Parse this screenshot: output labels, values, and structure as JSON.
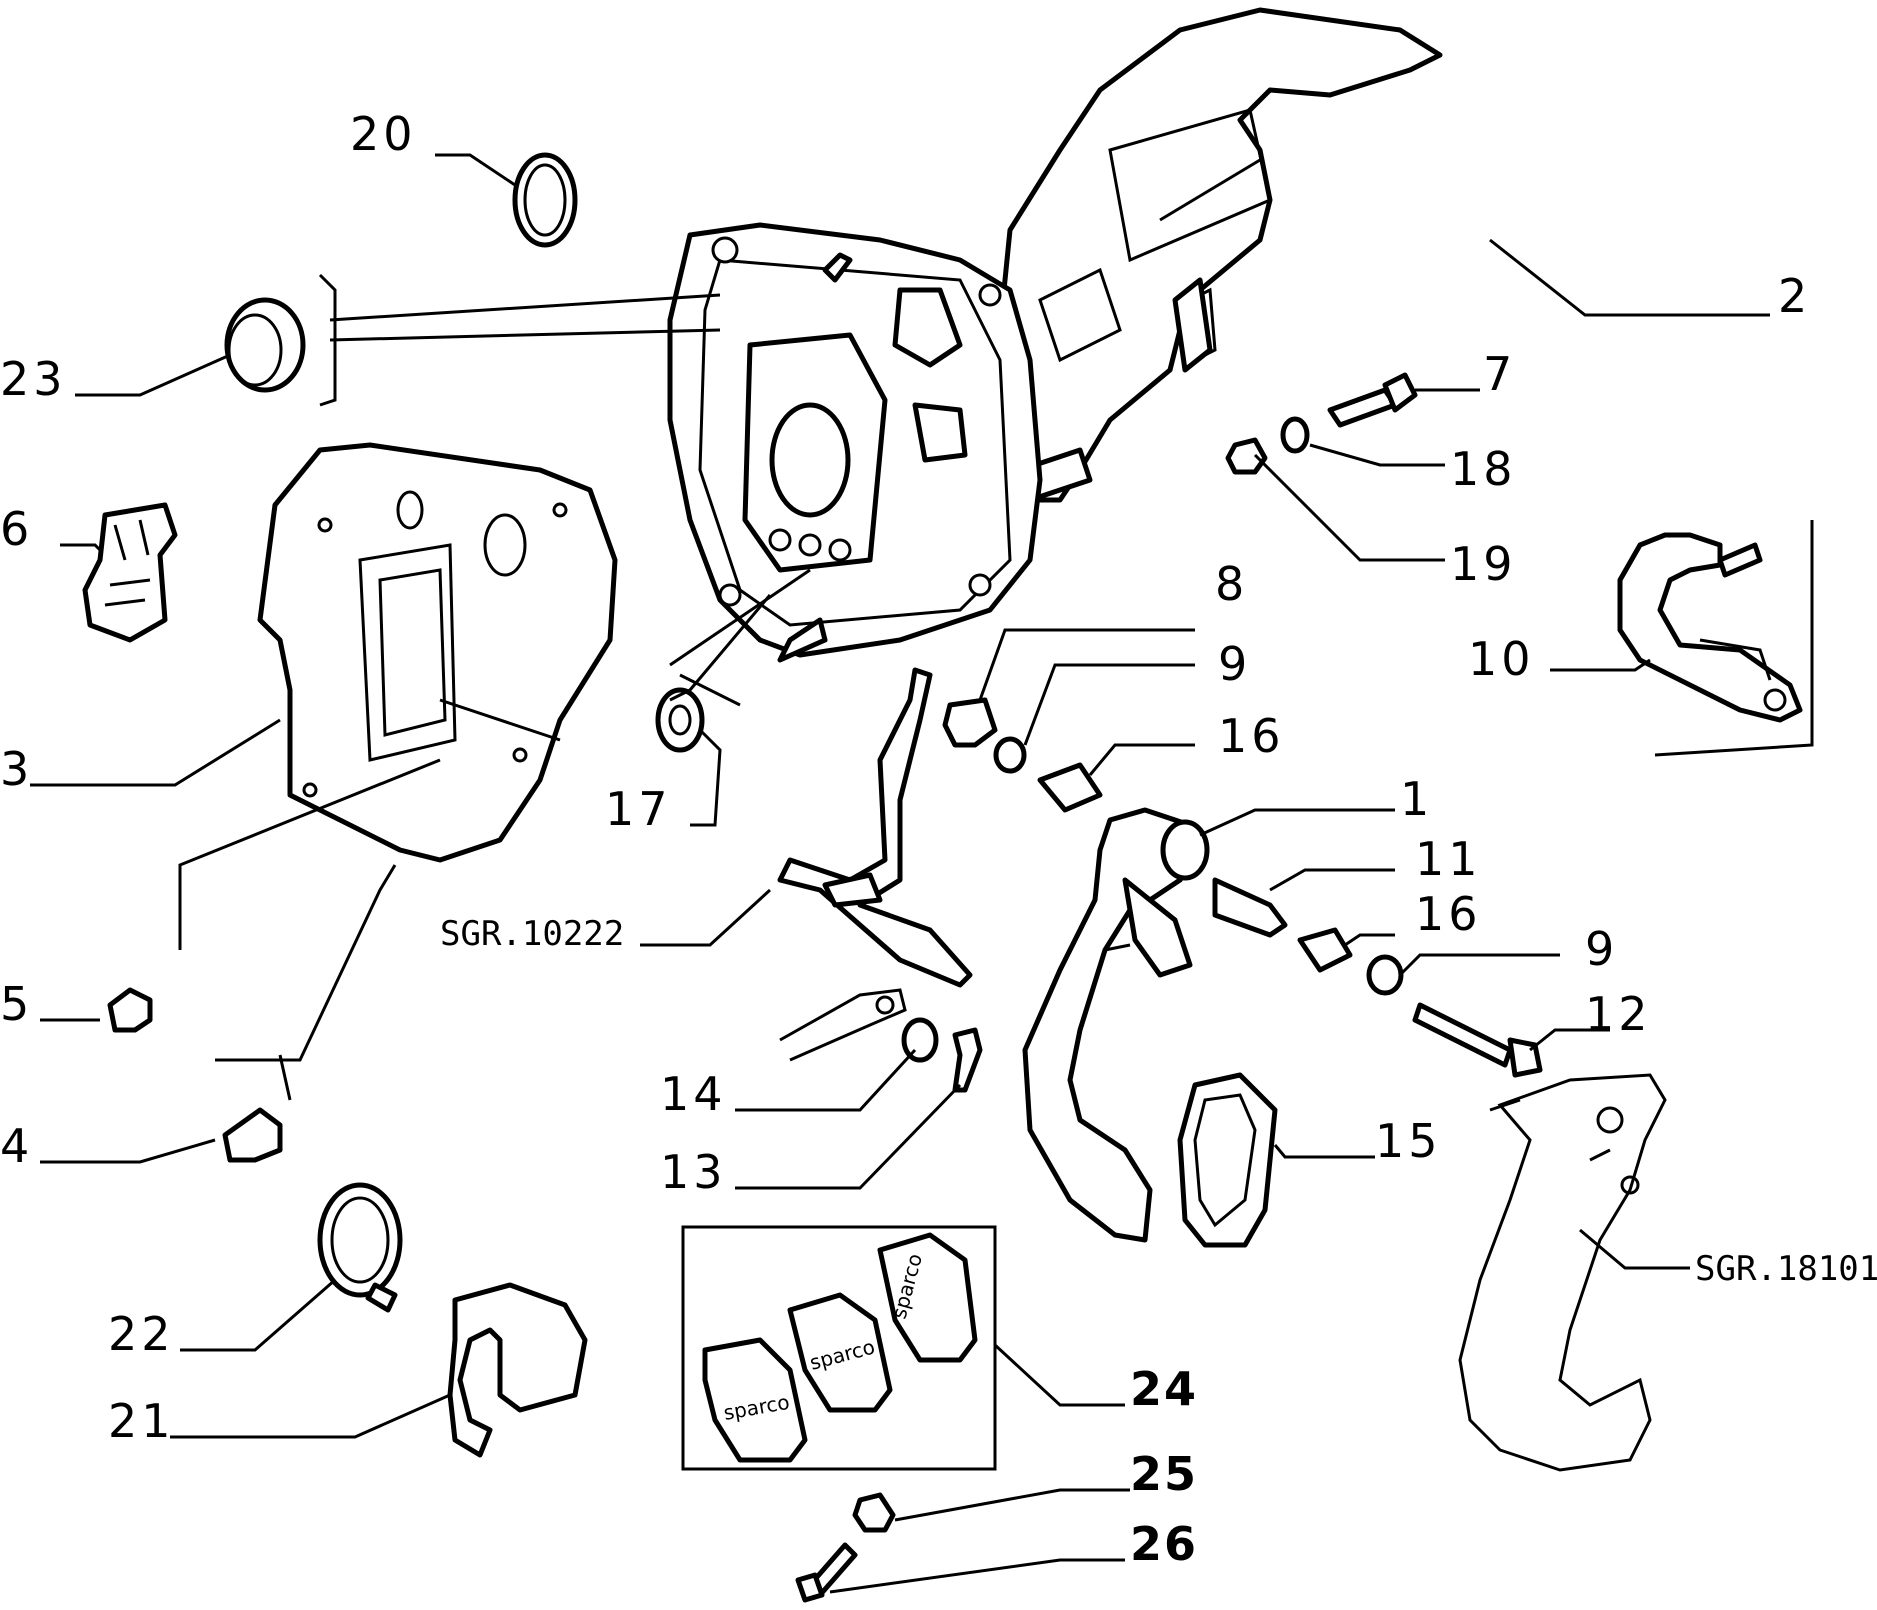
{
  "callouts": {
    "c1": "1",
    "c2": "2",
    "c3": "3",
    "c4": "4",
    "c5": "5",
    "c6": "6",
    "c7": "7",
    "c8": "8",
    "c9a": "9",
    "c9b": "9",
    "c10": "10",
    "c11": "11",
    "c12": "12",
    "c13": "13",
    "c14": "14",
    "c15": "15",
    "c16a": "16",
    "c16b": "16",
    "c17": "17",
    "c18": "18",
    "c19": "19",
    "c20": "20",
    "c21": "21",
    "c22": "22",
    "c23": "23",
    "c24": "24",
    "c25": "25",
    "c26": "26"
  },
  "references": {
    "ref_a": "SGR.10222",
    "ref_b": "SGR.18101"
  },
  "pad_brand": [
    "sparco",
    "sparco",
    "sparco"
  ]
}
